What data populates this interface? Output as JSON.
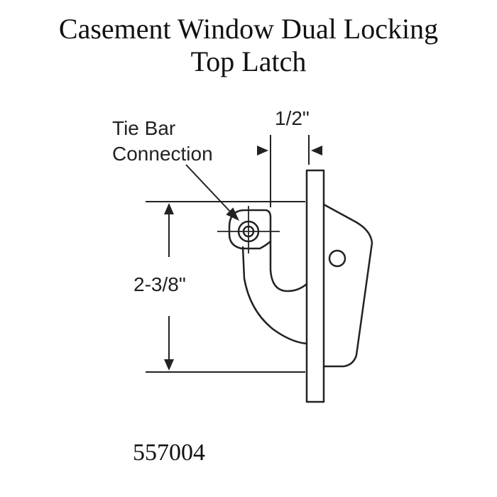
{
  "title": {
    "line1": "Casement Window Dual Locking",
    "line2": "Top Latch"
  },
  "diagram": {
    "callout_line1": "Tie Bar",
    "callout_line2": "Connection",
    "width_dimension": "1/2\"",
    "height_dimension": "2-3/8\""
  },
  "part_number": "557004"
}
